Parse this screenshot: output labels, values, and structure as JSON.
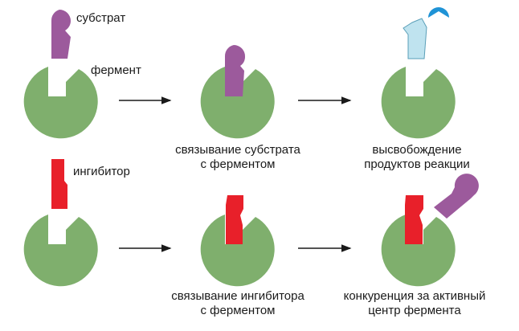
{
  "labels": {
    "substrate": "субстрат",
    "enzyme": "фермент",
    "inhibitor": "ингибитор"
  },
  "captions": {
    "top_binding_line1": "связывание субстрата",
    "top_binding_line2": "с ферментом",
    "top_release_line1": "высвобождение",
    "top_release_line2": "продуктов реакции",
    "bottom_binding_line1": "связывание ингибитора",
    "bottom_binding_line2": "с ферментом",
    "bottom_competition_line1": "конкуренция за активный",
    "bottom_competition_line2": "центр фермента"
  },
  "colors": {
    "enzyme": "#7faf6d",
    "substrate": "#9c5a9c",
    "product": "#bfe3ef",
    "product_piece": "#1f93d6",
    "inhibitor": "#e8202a",
    "arrow": "#1a1a1a"
  }
}
